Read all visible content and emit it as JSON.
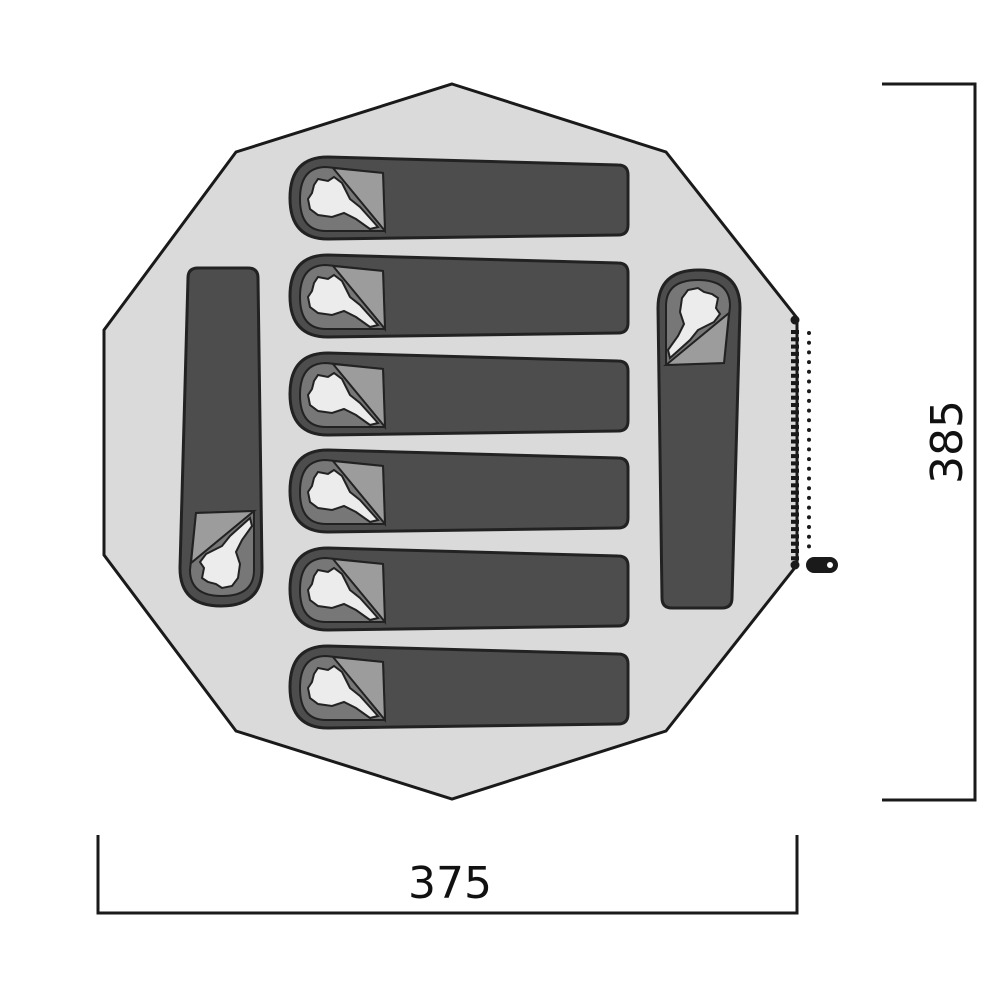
{
  "diagram": {
    "type": "tent-floor-plan",
    "sleeping_places": 8,
    "dimensions": {
      "width_label": "375",
      "depth_label": "385"
    },
    "colors": {
      "floor": "#d9dad9",
      "outline": "#1a1a1a",
      "bag": "#4d4d4d",
      "hood": "#8a8a8a",
      "flap": "#9c9c9c",
      "head": "#ececec"
    }
  }
}
